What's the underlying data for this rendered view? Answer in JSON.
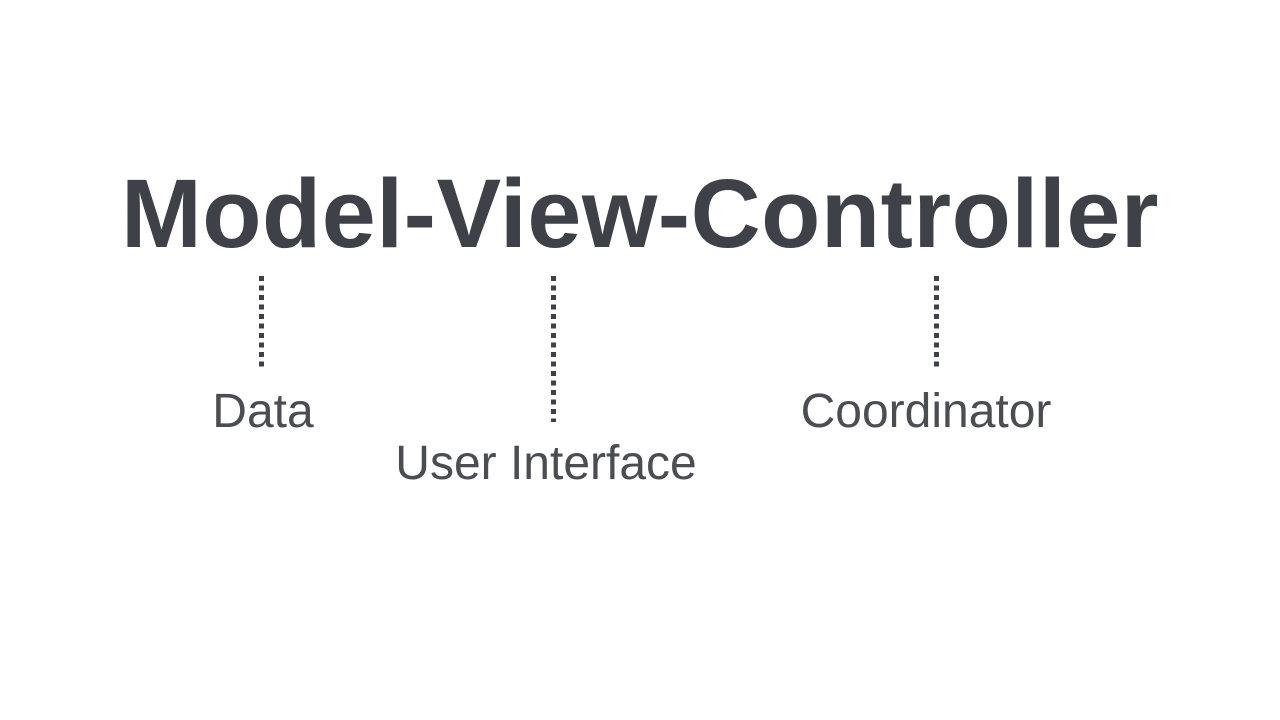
{
  "page": {
    "background_color": "#ffffff"
  },
  "diagram": {
    "title": "Model-View-Controller",
    "title_color": "#3e4147",
    "label_color": "#4a4d52",
    "connector_color": "#3e4147",
    "connector_style": "dotted-vertical",
    "annotations": [
      {
        "term": "Model",
        "label": "Data"
      },
      {
        "term": "View",
        "label": "User Interface"
      },
      {
        "term": "Controller",
        "label": "Coordinator"
      }
    ]
  }
}
